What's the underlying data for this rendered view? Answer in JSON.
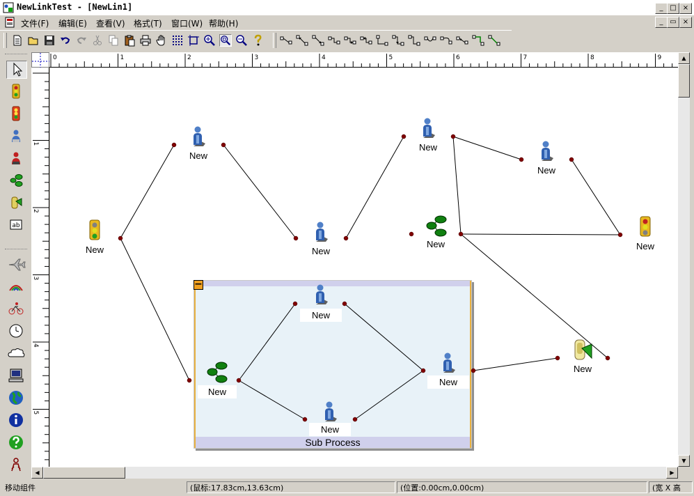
{
  "window": {
    "title": "NewLinkTest - [NewLin1]",
    "minimize": "_",
    "maximize": "□",
    "close": "×",
    "doc_restore": "▭"
  },
  "menu": [
    "文件(F)",
    "编辑(E)",
    "查看(V)",
    "格式(T)",
    "窗口(W)",
    "帮助(H)"
  ],
  "toolbar": {
    "file_icons": [
      "new-doc-icon",
      "open-folder-icon",
      "save-icon",
      "undo-icon",
      "redo-icon",
      "cut-icon",
      "copy-icon",
      "paste-icon",
      "print-icon",
      "pan-hand-icon",
      "grid-icon",
      "fit-icon",
      "zoom-in-icon",
      "zoom-rect-icon",
      "zoom-out-icon",
      "help-icon"
    ],
    "link_icons": [
      "link-1-icon",
      "link-2-icon",
      "link-3-icon",
      "link-4-icon",
      "link-5-icon",
      "link-6-icon",
      "link-7-icon",
      "link-8-icon",
      "link-9-icon",
      "link-10-icon",
      "link-11-icon",
      "link-12-icon",
      "link-13-icon",
      "link-14-icon"
    ]
  },
  "palette": [
    "select-pointer-icon",
    "traffic-light-icon",
    "traffic-light-red-icon",
    "person-icon",
    "person-red-icon",
    "cluster-icon",
    "split-icon",
    "text-ab-icon",
    "airplane-icon",
    "rainbow-icon",
    "bicycle-icon",
    "clock-icon",
    "cloud-icon",
    "computer-icon",
    "globe-icon",
    "info-icon",
    "question-icon",
    "person-outline-icon"
  ],
  "palette_text": "ab",
  "ruler": {
    "h_numbers": [
      "0",
      "1",
      "2",
      "3",
      "4",
      "5",
      "6",
      "7",
      "8",
      "9"
    ],
    "v_numbers": [
      "1",
      "2",
      "3",
      "4",
      "5"
    ]
  },
  "canvas": {
    "nodes": [
      {
        "id": "n1",
        "type": "traffic-light",
        "label": "New"
      },
      {
        "id": "n2",
        "type": "person",
        "label": "New"
      },
      {
        "id": "n3",
        "type": "person",
        "label": "New"
      },
      {
        "id": "n4",
        "type": "person",
        "label": "New"
      },
      {
        "id": "n5",
        "type": "cluster",
        "label": "New"
      },
      {
        "id": "n6",
        "type": "person",
        "label": "New"
      },
      {
        "id": "n7",
        "type": "traffic-light",
        "label": "New"
      },
      {
        "id": "n8",
        "type": "split",
        "label": "New"
      }
    ],
    "subprocess": {
      "title": "Sub Process",
      "collapse_symbol": "−",
      "nodes": [
        {
          "id": "s1",
          "type": "cluster",
          "label": "New"
        },
        {
          "id": "s2",
          "type": "person",
          "label": "New"
        },
        {
          "id": "s3",
          "type": "person",
          "label": "New"
        },
        {
          "id": "s4",
          "type": "person",
          "label": "New"
        }
      ]
    }
  },
  "status": {
    "message": "移动组件",
    "mouse": "(鼠标:17.83cm,13.63cm)",
    "position": "(位置:0.00cm,0.00cm)",
    "size": "(宽 X 高"
  },
  "colors": {
    "subprocess_fill": "#e8f2f8",
    "subprocess_band": "#d0d0ec",
    "subprocess_border": "#e8b040",
    "link": "#000000",
    "port": "#800000"
  }
}
